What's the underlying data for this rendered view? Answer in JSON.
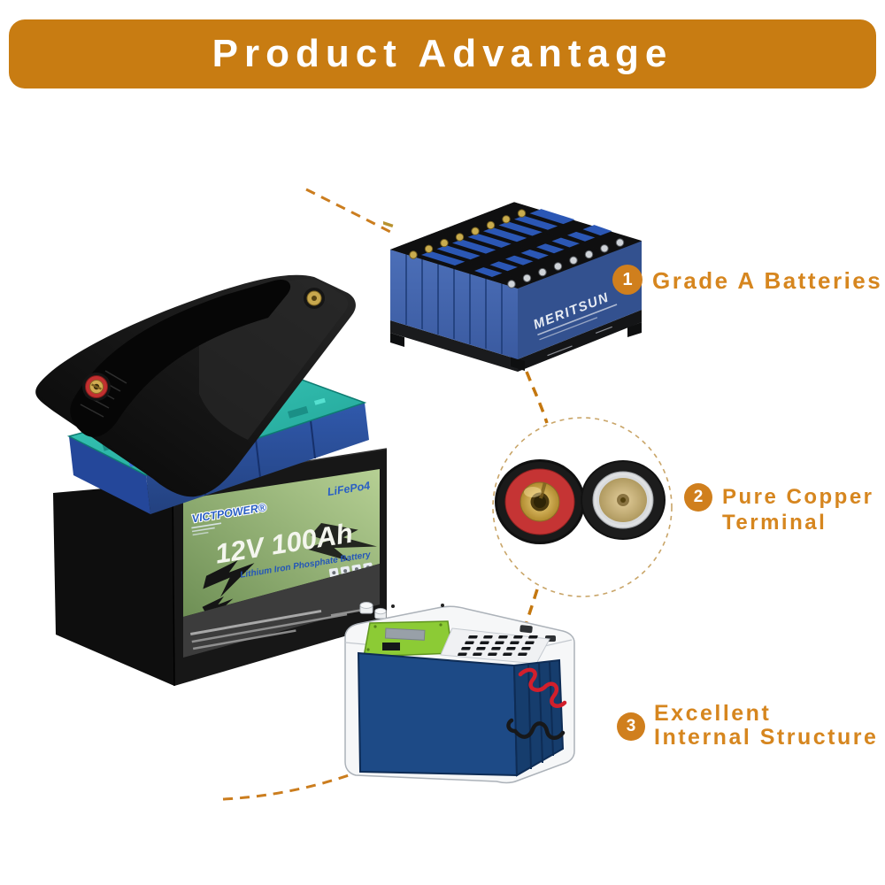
{
  "header": {
    "title": "Product Advantage"
  },
  "colors": {
    "banner_orange": "#C87C12",
    "accent_text_orange": "#D6861F",
    "badge_orange": "#D07F1D",
    "dash_line_orange": "#CB7D1E",
    "dash_circle_tan": "#C9A568",
    "cell_blue": "#4C6FB8",
    "pcb_teal": "#2FBFAF",
    "label_green": "#93B274",
    "wire_red": "#D21F2C"
  },
  "main_product": {
    "brand": "VICTPOWER®",
    "chemistry_label": "LiFePo4",
    "rating": "12V 100Ah",
    "subtitle": "Lithium Iron Phosphate Battery"
  },
  "features": [
    {
      "number": "1",
      "label_lines": [
        "Grade A Batteries"
      ],
      "image_brand": "MERITSUN"
    },
    {
      "number": "2",
      "label_lines": [
        "Pure Copper",
        "Terminal"
      ]
    },
    {
      "number": "3",
      "label_lines": [
        "Excellent",
        "Internal Structure"
      ]
    }
  ]
}
